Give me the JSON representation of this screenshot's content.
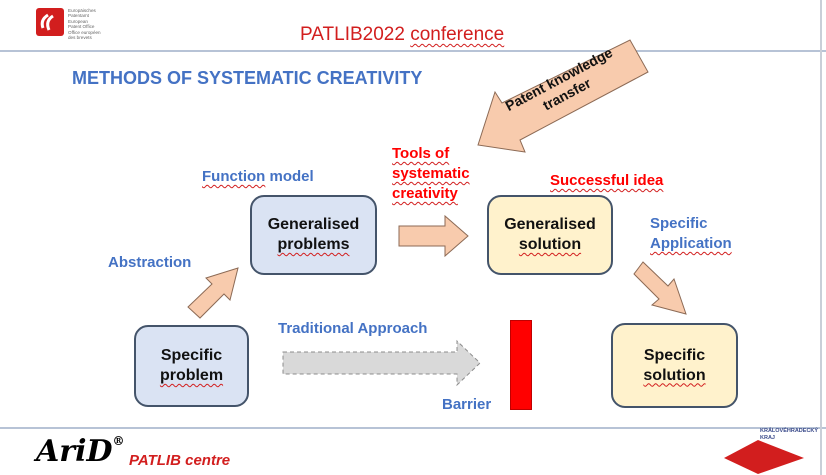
{
  "header": {
    "epo_lines": [
      "Europäisches",
      "Patentamt",
      "European",
      "Patent Office",
      "Office européen",
      "des brevets"
    ],
    "conf_prefix": "PATLIB2022",
    "conf_word": "conference"
  },
  "title": "METHODS OF SYSTEMATIC CREATIVITY",
  "nodes": {
    "generalised_problems": [
      "Generalised",
      "problems"
    ],
    "generalised_solution": [
      "Generalised",
      "solution"
    ],
    "specific_problem": [
      "Specific",
      "problem"
    ],
    "specific_solution": [
      "Specific",
      "solution"
    ]
  },
  "labels": {
    "function_model": [
      "Function",
      "model"
    ],
    "abstraction": "Abstraction",
    "tools": [
      "Tools of",
      "systematic",
      "creativity"
    ],
    "successful_idea": "Successful idea",
    "specific_application": [
      "Specific",
      "Application"
    ],
    "traditional_approach": "Traditional Approach",
    "barrier": "Barrier",
    "patent_knowledge_transfer": [
      "Patent knowledge",
      "transfer"
    ]
  },
  "footer": {
    "arid": "AriD",
    "reg": "®",
    "patlib_centre": "PATLIB centre",
    "kraj_lines": [
      "KRÁLOVÉHRADECKÝ",
      "KRAJ"
    ]
  },
  "colors": {
    "accent_blue": "#4472c4",
    "accent_red": "#ff0000",
    "arrow_fill": "#f8cbad",
    "box_blue": "#dae3f3",
    "box_yellow": "#fff2cc",
    "dashed_arrow_fill": "#d9d9d9"
  }
}
